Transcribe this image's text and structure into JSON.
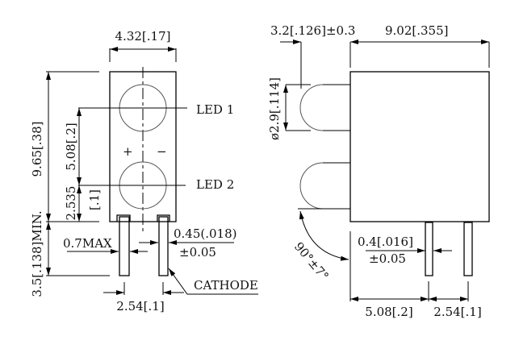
{
  "front_view": {
    "width_dim": "4.32[.17]",
    "height_dim": "9.65[.38]",
    "pitch_dim": "5.08[.2]",
    "offset_dim_a": "2.535",
    "offset_dim_b": "[.1]",
    "lead_length_dim": "3.5[.138]MIN.",
    "shoulder_dim": "0.7MAX",
    "lead_width_dim": "0.45(.018)",
    "lead_width_tol": "±0.05",
    "lead_pitch_dim": "2.54[.1]",
    "cathode_label": "CATHODE",
    "led1_label": "LED  1",
    "led2_label": "LED  2",
    "plus_sign": "+",
    "minus_sign": "−"
  },
  "side_view": {
    "protrusion_dim": "3.2[.126]±0.3",
    "depth_dim": "9.02[.355]",
    "lens_dia_dim": "ø2.9[.114]",
    "angle_dim": "90°±7°",
    "lead_thk_dim": "0.4[.016]",
    "lead_thk_tol": "±0.05",
    "lead_offset_dim": "5.08[.2]",
    "lead_pitch_dim": "2.54[.1]"
  }
}
